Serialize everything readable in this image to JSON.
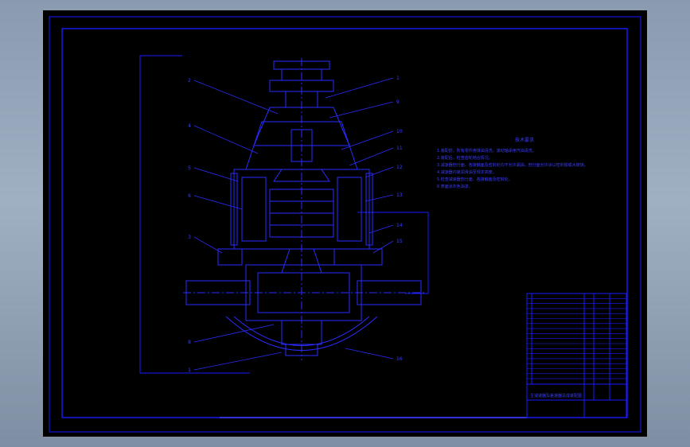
{
  "colors": {
    "workspace_bg": "#8fa1b6",
    "sheet_bg": "#000000",
    "line": "#1a1aff",
    "line_bright": "#3c3cff"
  },
  "drawing": {
    "tech_req_title": "技术要求",
    "tech_req_lines": [
      "1.装配前，所有零件用煤油清洗，滚动轴承用汽油清洗。",
      "2.装配后，检查齿轮啮合情况。",
      "3.减速器剖分面、各接触面及密封处均不允许漏油，剖分面允许涂以密封胶或水玻璃。",
      "4.减速器内装润滑油至规定高度。",
      "5.检查减速器剖分面、各接触面及密封处。",
      "6.表面涂灰色油漆。"
    ],
    "callouts_left": [
      "2",
      "4",
      "5",
      "6",
      "3",
      "8",
      "1"
    ],
    "callouts_right": [
      "1",
      "9",
      "10",
      "11",
      "12",
      "13",
      "14",
      "15",
      "16"
    ],
    "title_block_text": "主减速器及差速器总成装配图"
  }
}
